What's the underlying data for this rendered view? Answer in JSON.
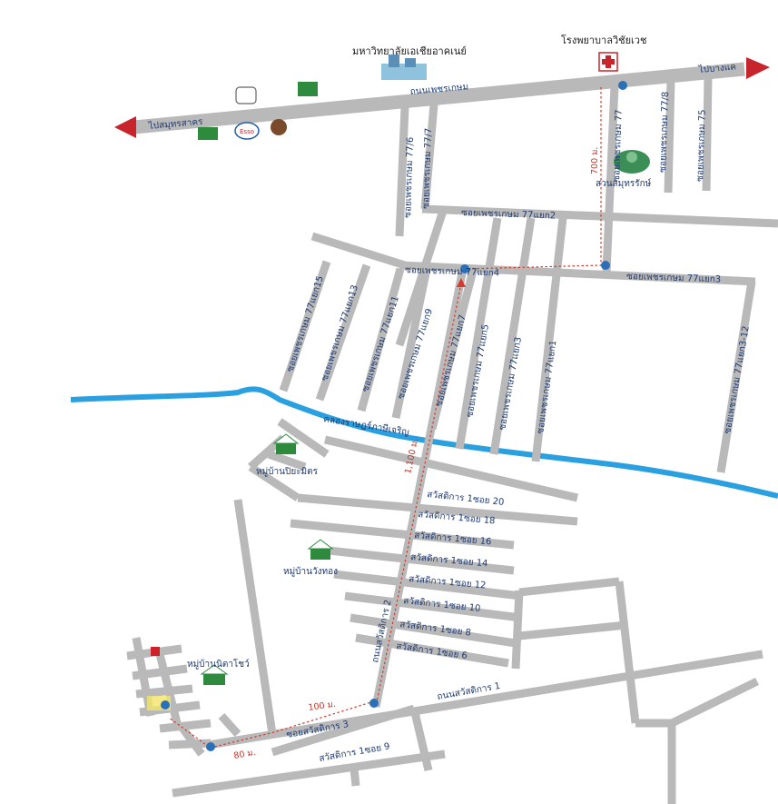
{
  "colors": {
    "road": "#b9b9b9",
    "canal": "#2aa0e0",
    "route": "#d63a2a",
    "arrow": "#c8242b",
    "label": "#1f3b70",
    "green": "#2e8b3e"
  },
  "labels": {
    "hospital": "โรงพยาบาลวิชัยเวช",
    "university": "มหาวิทยาลัยเอเชียอาคเนย์",
    "main_road": "ถนนเพชรเกษม",
    "to_samut_sakhon": "ไปสมุทรสาคร",
    "to_bang_khae": "ไปบางแค",
    "soi_77_6": "ซอยเพชรเกษม 77/6",
    "soi_77_7": "ซอยเพชรเกษม 77/7",
    "soi_77": "ซอยเพชรเกษม 77",
    "soi_77_8": "ซอยเพชรเกษม 77/8",
    "soi_75": "ซอยเพชรเกษม 75",
    "sanam": "สวนสมุทรรักษ์",
    "yaek2": "ซอยเพชรเกษม 77แยก2",
    "yaek4": "ซอยเพชรเกษม 77แยก4",
    "yaek3": "ซอยเพชรเกษม 77แยก3",
    "s15": "ซอยเพชรเกษม 77แยก15",
    "s13": "ซอยเพชรเกษม 77แยก13",
    "s11": "ซอยเพชรเกษม 77แยก11",
    "s9": "ซอยเพชรเกษม 77แยก9",
    "s7": "ซอยเพชรเกษม 77แยก7",
    "s5": "ซอยเพชรเกษม 77แยก5",
    "s3": "ซอยเพชรเกษม 77แยก3",
    "s1": "ซอยเพชรเกษม 77แยก1",
    "s3_12": "ซอยเพชรเกษม 77แยก3-12",
    "canal": "คลองราษฎร์ภาษีเจริญ",
    "village1": "หมู่บ้านปิยะมิตร",
    "village2": "หมู่บ้านวังทอง",
    "village3": "หมู่บ้านนิตาโชว์",
    "sawat20": "สวัสดิการ 1ซอย 20",
    "sawat18": "สวัสดิการ 1ซอย 18",
    "sawat16": "สวัสดิการ 1ซอย 16",
    "sawat14": "สวัสดิการ 1ซอย 14",
    "sawat12": "สวัสดิการ 1ซอย 12",
    "sawat10": "สวัสดิการ 1ซอย 10",
    "sawat8": "สวัสดิการ 1ซอย 8",
    "sawat6": "สวัสดิการ 1ซอย 6",
    "sawat_road": "ถนนสวัสดิการ 1",
    "sawat_2": "ถนนสวัสดิการ 2",
    "sawat3": "ซอยสวัสดิการ 3",
    "sawat9": "สวัสดิการ 1ซอย 9",
    "logo_esso": "Esso"
  },
  "distances": {
    "d700": "700 ม.",
    "d1100": "1,100 ม.",
    "d100": "100 ม.",
    "d80": "80 ม."
  }
}
